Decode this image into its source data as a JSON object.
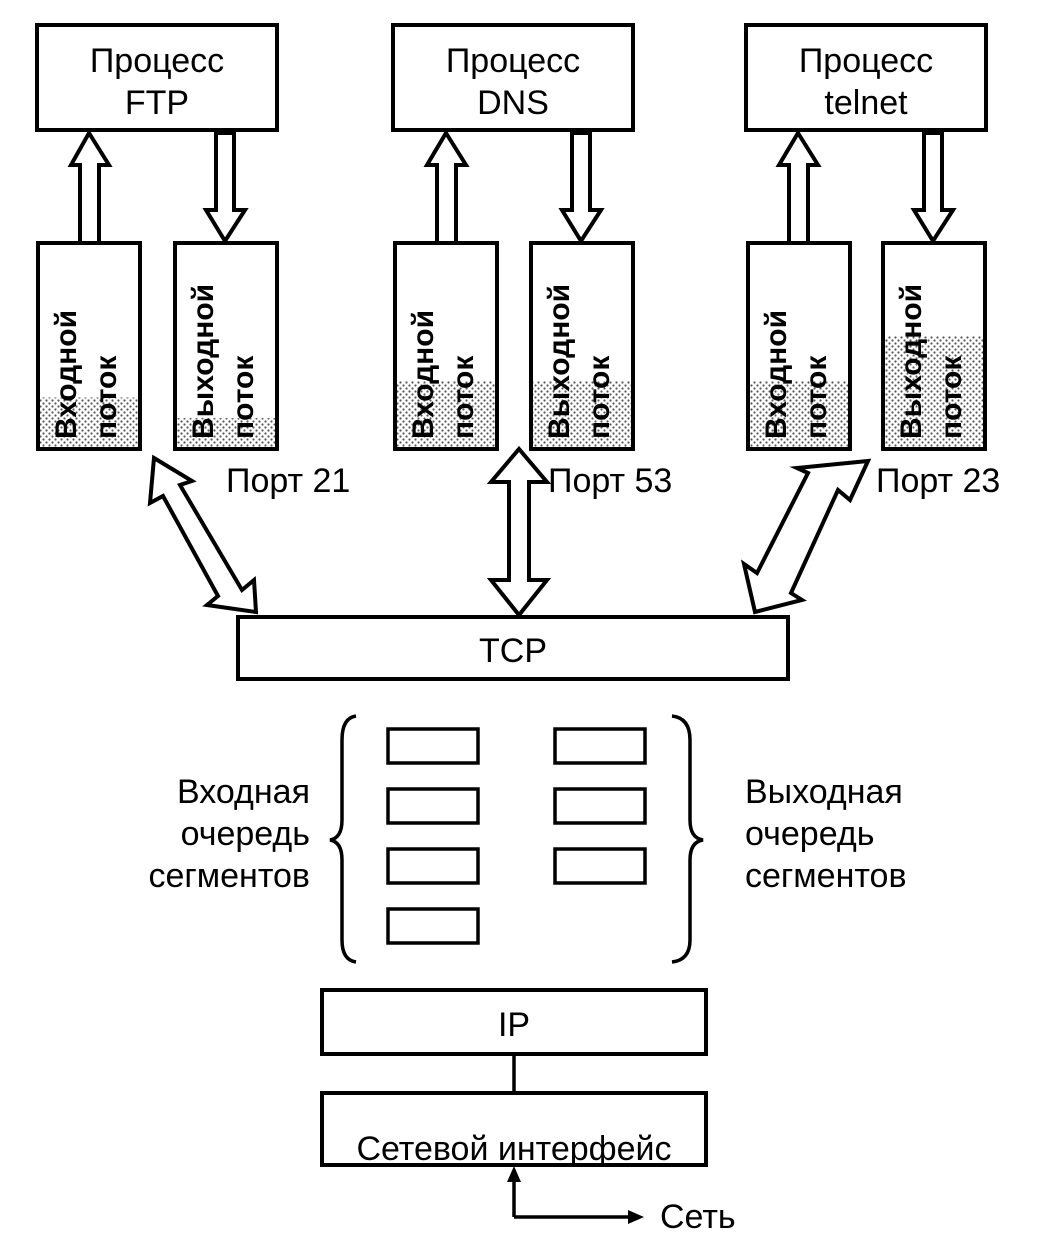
{
  "processes": [
    {
      "title_line1": "Процесс",
      "title_line2": "FTP",
      "port": "Порт 21",
      "input_stream": {
        "line1": "Входной",
        "line2": "поток",
        "fill_fraction": 0.25
      },
      "output_stream": {
        "line1": "Выходной",
        "line2": "поток",
        "fill_fraction": 0.15
      }
    },
    {
      "title_line1": "Процесс",
      "title_line2": "DNS",
      "port": "Порт 53",
      "input_stream": {
        "line1": "Входной",
        "line2": "поток",
        "fill_fraction": 0.33
      },
      "output_stream": {
        "line1": "Выходной",
        "line2": "поток",
        "fill_fraction": 0.33
      }
    },
    {
      "title_line1": "Процесс",
      "title_line2": "telnet",
      "port": "Порт 23",
      "input_stream": {
        "line1": "Входной",
        "line2": "поток",
        "fill_fraction": 0.33
      },
      "output_stream": {
        "line1": "Выходной",
        "line2": "поток",
        "fill_fraction": 0.55
      }
    }
  ],
  "tcp": {
    "label": "TCP"
  },
  "queues": {
    "input": {
      "line1": "Входная",
      "line2": "очередь",
      "line3": "сегментов",
      "segment_count": 4
    },
    "output": {
      "line1": "Выходная",
      "line2": "очередь",
      "line3": "сегментов",
      "segment_count": 3
    }
  },
  "ip": {
    "label": "IP"
  },
  "network_interface": {
    "label": "Сетевой интерфейс"
  },
  "network": {
    "label": "Сеть"
  },
  "colors": {
    "ink": "#000000",
    "paper": "#ffffff",
    "stipple": "#9a9a9a"
  }
}
